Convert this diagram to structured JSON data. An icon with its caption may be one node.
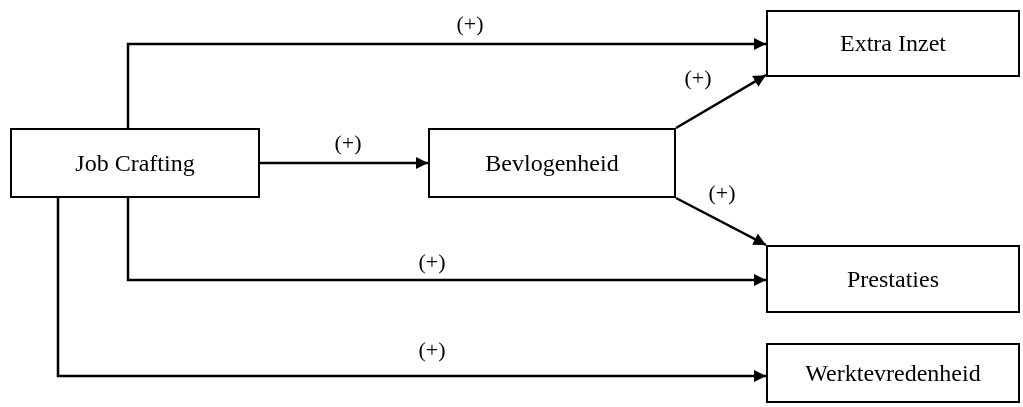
{
  "diagram": {
    "nodes": [
      {
        "text": [
          "Job Crafting"
        ]
      },
      {
        "text": [
          "Bevlogenheid"
        ]
      },
      {
        "text": [
          "Extra Inzet"
        ]
      },
      {
        "text": [
          "Prestaties"
        ]
      },
      {
        "text": [
          "Werktevredenheid"
        ]
      }
    ],
    "edges": [
      {
        "from": 0,
        "to": 2,
        "arrow": "to",
        "label": "(+)"
      },
      {
        "from": 0,
        "to": 1,
        "arrow": "to",
        "label": "(+)"
      },
      {
        "from": 1,
        "to": 2,
        "arrow": "to",
        "label": "(+)"
      },
      {
        "from": 1,
        "to": 3,
        "arrow": "to",
        "label": "(+)"
      },
      {
        "from": 0,
        "to": 3,
        "arrow": "to",
        "label": "(+)"
      },
      {
        "from": 0,
        "to": 4,
        "arrow": "to",
        "label": "(+)"
      }
    ]
  }
}
